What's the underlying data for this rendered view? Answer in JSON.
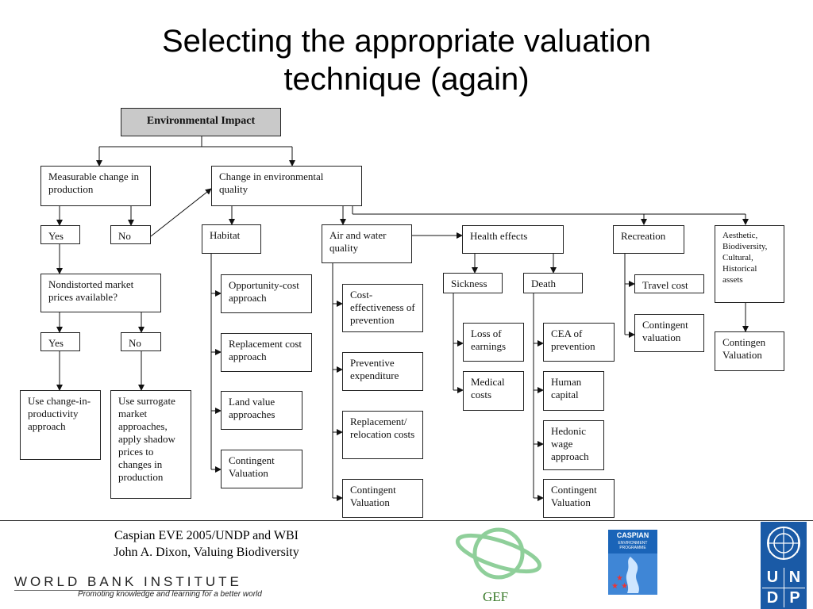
{
  "title_line1": "Selecting the appropriate valuation",
  "title_line2": "technique (again)",
  "boxes": {
    "env_impact": "Environmental Impact",
    "measurable": "Measurable change in production",
    "change_env": "Change in environmental quality",
    "yes1": "Yes",
    "no1": "No",
    "nondistorted": "Nondistorted market prices available?",
    "yes2": "Yes",
    "no2": "No",
    "use_change": "Use change-in-productivity approach",
    "use_surrogate": "Use surrogate market approaches, apply shadow prices to changes in production",
    "habitat": "Habitat",
    "opportunity": "Opportunity-cost approach",
    "replacement": "Replacement cost approach",
    "land_value": "Land value approaches",
    "cv_habitat": "Contingent Valuation",
    "air_water": "Air and water quality",
    "cost_eff": "Cost-effectiveness of prevention",
    "preventive": "Preventive expenditure",
    "repl_reloc": "Replacement/ relocation costs",
    "cv_air": "Contingent Valuation",
    "health": "Health effects",
    "sickness": "Sickness",
    "death": "Death",
    "loss_earnings": "Loss of earnings",
    "medical": "Medical costs",
    "cea": "CEA of prevention",
    "human_capital": "Human capital",
    "hedonic": "Hedonic wage approach",
    "cv_death": "Contingent Valuation",
    "recreation": "Recreation",
    "travel": "Travel cost",
    "cv_recreation": "Contingent valuation",
    "aesthetic": "Aesthetic, Biodiversity, Cultural, Historical assets",
    "contingen": "Contingen Valuation"
  },
  "footer": {
    "credit_line1": "Caspian EVE 2005/UNDP and WBI",
    "credit_line2": "John A. Dixon, Valuing Biodiversity",
    "wbi_name": "WORLD BANK INSTITUTE",
    "wbi_tagline": "Promoting knowledge and learning for a better world",
    "gef_label": "GEF",
    "caspian_name": "CASPIAN",
    "caspian_sub": "ENVIRONMENT PROGRAMME",
    "undp_letters": [
      "U",
      "N",
      "D",
      "P"
    ]
  },
  "colors": {
    "header_box": "#c9c9c9",
    "gef_green": "#3a7a2a",
    "undp_blue": "#1a5aa6",
    "caspian_blue": "#1a64b8"
  },
  "icons": [
    "gef-logo-icon",
    "caspian-logo-icon",
    "un-emblem-icon"
  ]
}
